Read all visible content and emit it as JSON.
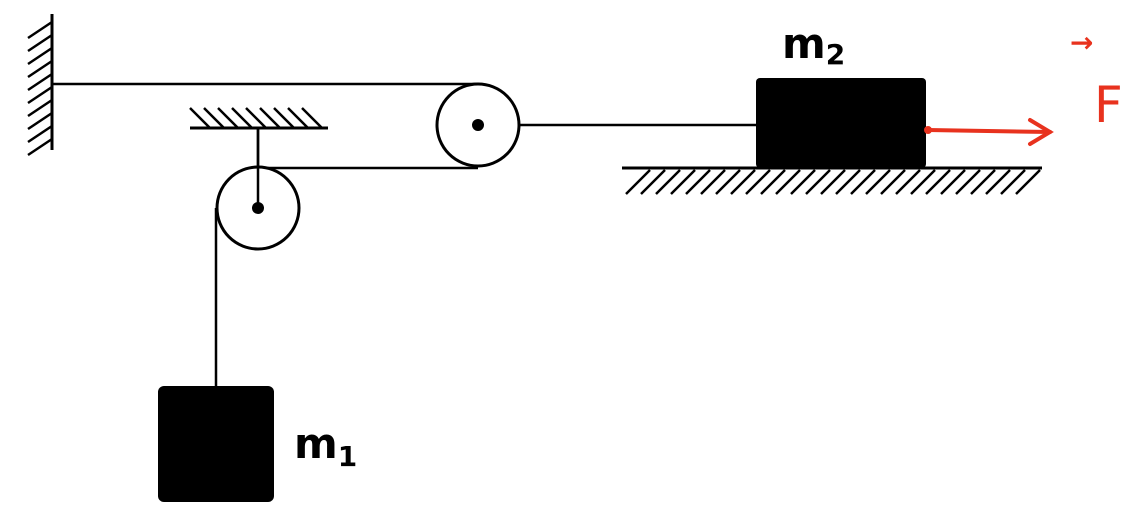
{
  "colors": {
    "ink": "#000000",
    "force": "#e8321e",
    "background": "#ffffff"
  },
  "labels": {
    "mass1": {
      "main": "m",
      "subscript": "1"
    },
    "mass2": {
      "main": "m",
      "subscript": "2"
    },
    "force": {
      "symbol": "F",
      "arrow": "→"
    }
  }
}
